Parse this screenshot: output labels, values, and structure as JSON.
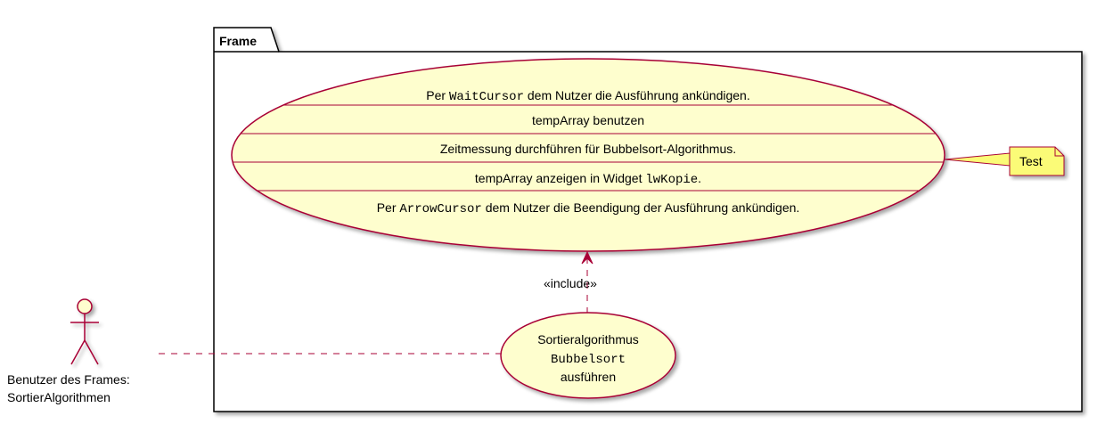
{
  "package": {
    "title": "Frame"
  },
  "main_usecase": {
    "rows": [
      {
        "before": "Per ",
        "code": "WaitCursor",
        "after": " dem Nutzer die Ausführung ankündigen."
      },
      {
        "before": "tempArray benutzen",
        "code": "",
        "after": ""
      },
      {
        "before": "Zeitmessung durchführen für Bubbelsort-Algorithmus.",
        "code": "",
        "after": ""
      },
      {
        "before": "tempArray anzeigen in Widget ",
        "code": "lwKopie",
        "after": "."
      },
      {
        "before": "Per ",
        "code": "ArrowCursor",
        "after": " dem Nutzer die Beendigung der Ausführung ankündigen."
      }
    ]
  },
  "note": {
    "text": "Test"
  },
  "include_label": "«include»",
  "sub_usecase": {
    "line1": "Sortieralgorithmus",
    "line2": "Bubbelsort",
    "line3": "ausführen"
  },
  "actor": {
    "line1": "Benutzer des Frames:",
    "line2": "SortierAlgorithmen"
  },
  "colors": {
    "border": "#A80036",
    "fill": "#FEFECE",
    "note_fill": "#FBFB77",
    "package_border": "#000000"
  }
}
